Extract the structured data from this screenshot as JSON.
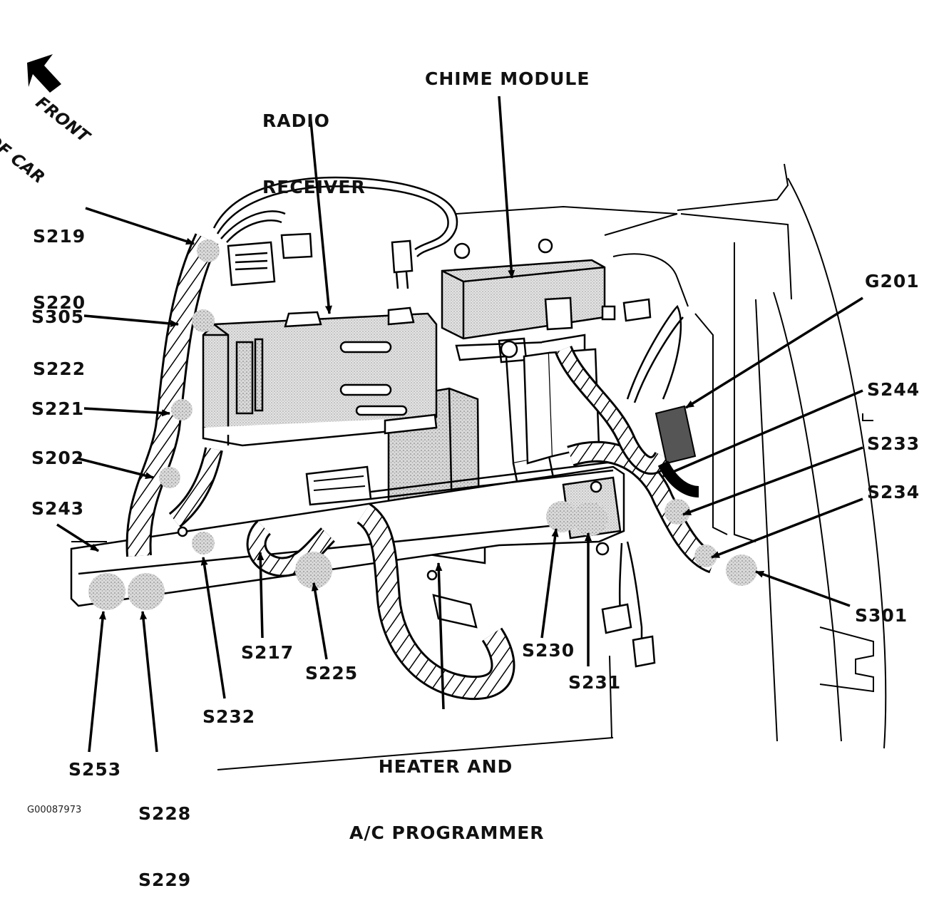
{
  "orientation": {
    "line1": "FRONT",
    "line2": "OF CAR"
  },
  "components": {
    "radio_receiver_l1": "RADIO",
    "radio_receiver_l2": "RECEIVER",
    "chime_module": "CHIME MODULE",
    "heater_l1": "HEATER AND",
    "heater_l2": "A/C PROGRAMMER"
  },
  "splices": {
    "s219": "S219",
    "s220": "S220",
    "s222": "S222",
    "s305": "S305",
    "s221": "S221",
    "s202": "S202",
    "s243": "S243",
    "s253": "S253",
    "s228": "S228",
    "s229": "S229",
    "s232": "S232",
    "s217": "S217",
    "s225": "S225",
    "s230": "S230",
    "s231": "S231",
    "g201": "G201",
    "s244": "S244",
    "s233": "S233",
    "s234": "S234",
    "s301": "S301"
  },
  "figure_id": "G00087973"
}
